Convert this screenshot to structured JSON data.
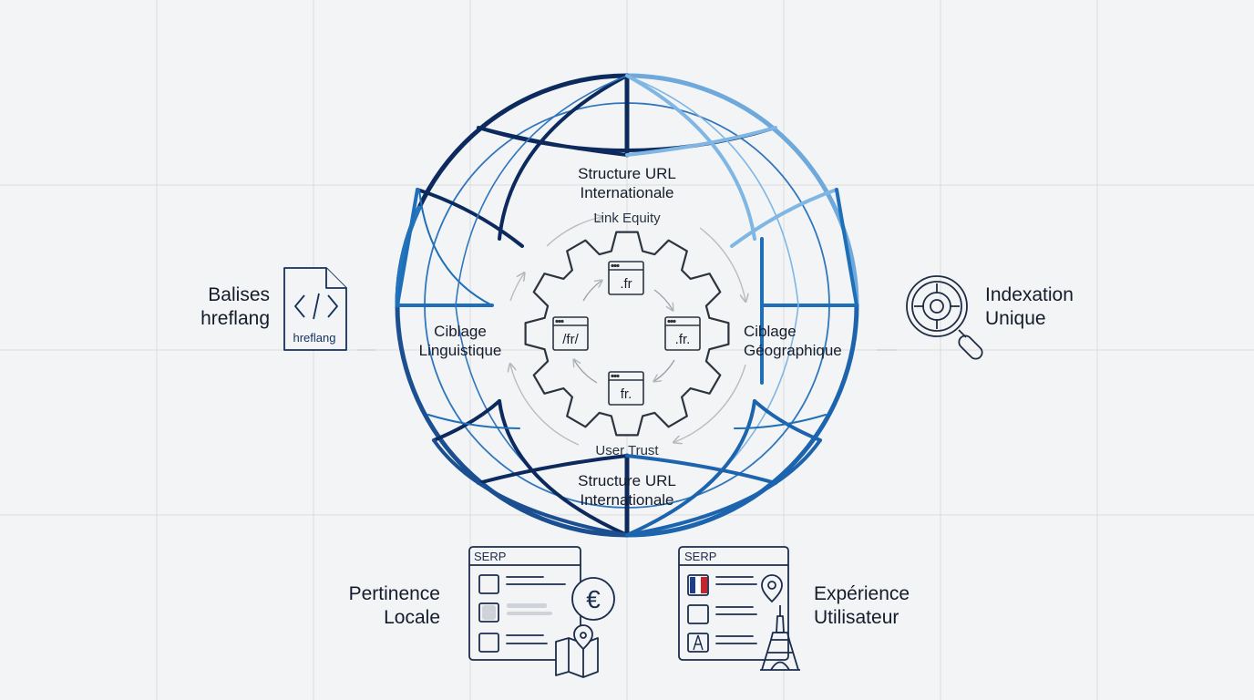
{
  "labels": {
    "hreflang_title_1": "Balises",
    "hreflang_title_2": "hreflang",
    "hreflang_icon_text": "hreflang",
    "indexation_1": "Indexation",
    "indexation_2": "Unique",
    "pertinence_1": "Pertinence",
    "pertinence_2": "Locale",
    "experience_1": "Expérience",
    "experience_2": "Utilisateur",
    "structure_top_1": "Structure URL",
    "structure_top_2": "Internationale",
    "structure_bottom_1": "Structure URL",
    "structure_bottom_2": "Internationale",
    "ciblage_ling_1": "Ciblage",
    "ciblage_ling_2": "Linguistique",
    "ciblage_geo_1": "Ciblage",
    "ciblage_geo_2": "Géographique",
    "link_equity": "Link Equity",
    "user_trust": "User Trust"
  },
  "gear_urls": {
    "top": ".fr",
    "left": "/fr/",
    "right": ".fr.",
    "bottom": "fr."
  },
  "serp": {
    "left_title": "SERP",
    "right_title": "SERP",
    "currency_symbol": "€"
  },
  "colors": {
    "navy": "#0d2a5e",
    "mid_blue": "#1f6fb8",
    "light_blue": "#7fb6e3",
    "grid": "#d8dadd",
    "gear": "#2c3440",
    "arrow": "#b9bcc0"
  }
}
